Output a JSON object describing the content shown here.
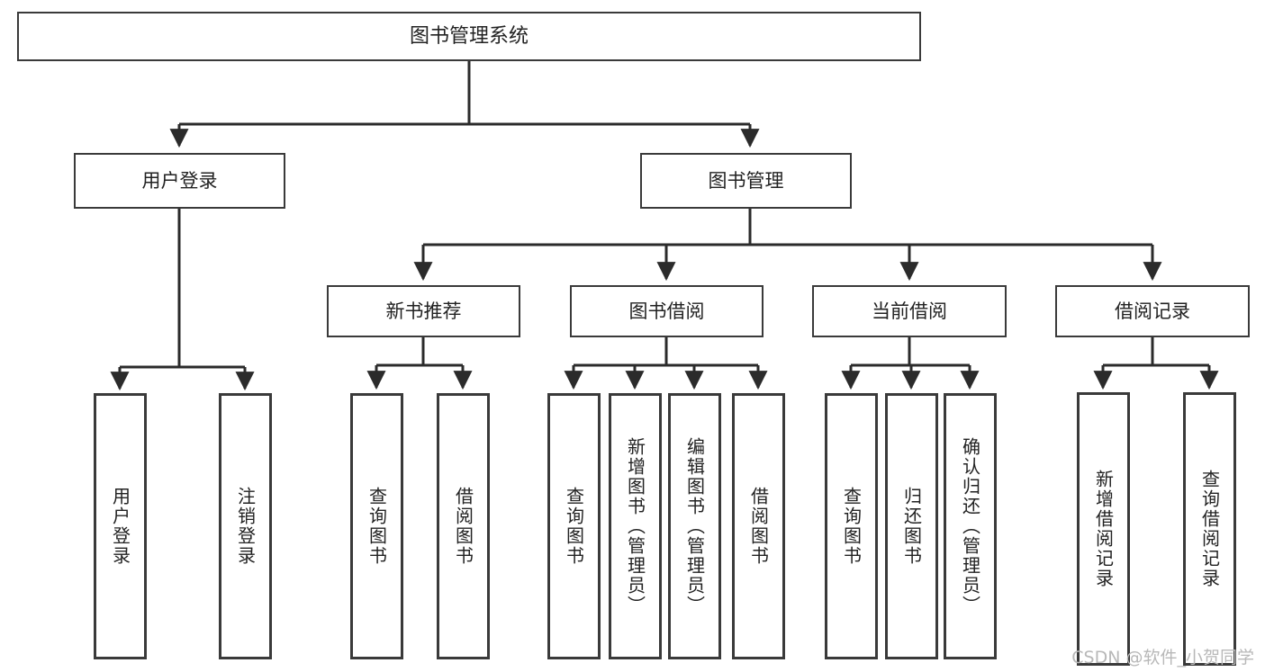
{
  "diagram": {
    "type": "tree",
    "title": "图书管理系统",
    "root": {
      "id": "root",
      "label": "图书管理系统"
    },
    "level2": [
      {
        "id": "user-login",
        "label": "用户登录"
      },
      {
        "id": "book-manage",
        "label": "图书管理"
      }
    ],
    "level3": [
      {
        "id": "new-book-rec",
        "label": "新书推荐",
        "parent": "book-manage"
      },
      {
        "id": "book-borrow",
        "label": "图书借阅",
        "parent": "book-manage"
      },
      {
        "id": "current-borrow",
        "label": "当前借阅",
        "parent": "book-manage"
      },
      {
        "id": "borrow-record",
        "label": "借阅记录",
        "parent": "book-manage"
      }
    ],
    "leaves": {
      "user_login": [
        {
          "id": "leaf-user-login",
          "label": "用户登录"
        },
        {
          "id": "leaf-logout",
          "label": "注销登录"
        }
      ],
      "new_book_rec": [
        {
          "id": "leaf-query-book-1",
          "label": "查询图书"
        },
        {
          "id": "leaf-borrow-book-1",
          "label": "借阅图书"
        }
      ],
      "book_borrow": [
        {
          "id": "leaf-query-book-2",
          "label": "查询图书"
        },
        {
          "id": "leaf-add-book",
          "label": "新增图书（管理员）"
        },
        {
          "id": "leaf-edit-book",
          "label": "编辑图书（管理员）"
        },
        {
          "id": "leaf-borrow-book-2",
          "label": "借阅图书"
        }
      ],
      "current_borrow": [
        {
          "id": "leaf-query-book-3",
          "label": "查询图书"
        },
        {
          "id": "leaf-return-book",
          "label": "归还图书"
        },
        {
          "id": "leaf-confirm-return",
          "label": "确认归还（管理员）"
        }
      ],
      "borrow_record": [
        {
          "id": "leaf-add-record",
          "label": "新增借阅记录"
        },
        {
          "id": "leaf-query-record",
          "label": "查询借阅记录"
        }
      ]
    }
  },
  "watermark": {
    "text": "CSDN @软件_小贺同学"
  },
  "colors": {
    "box_border": "#3a3a3a",
    "box_fill": "#ffffff",
    "connector": "#2b2b2b",
    "text": "#222222",
    "watermark": "#b8b8b8"
  }
}
